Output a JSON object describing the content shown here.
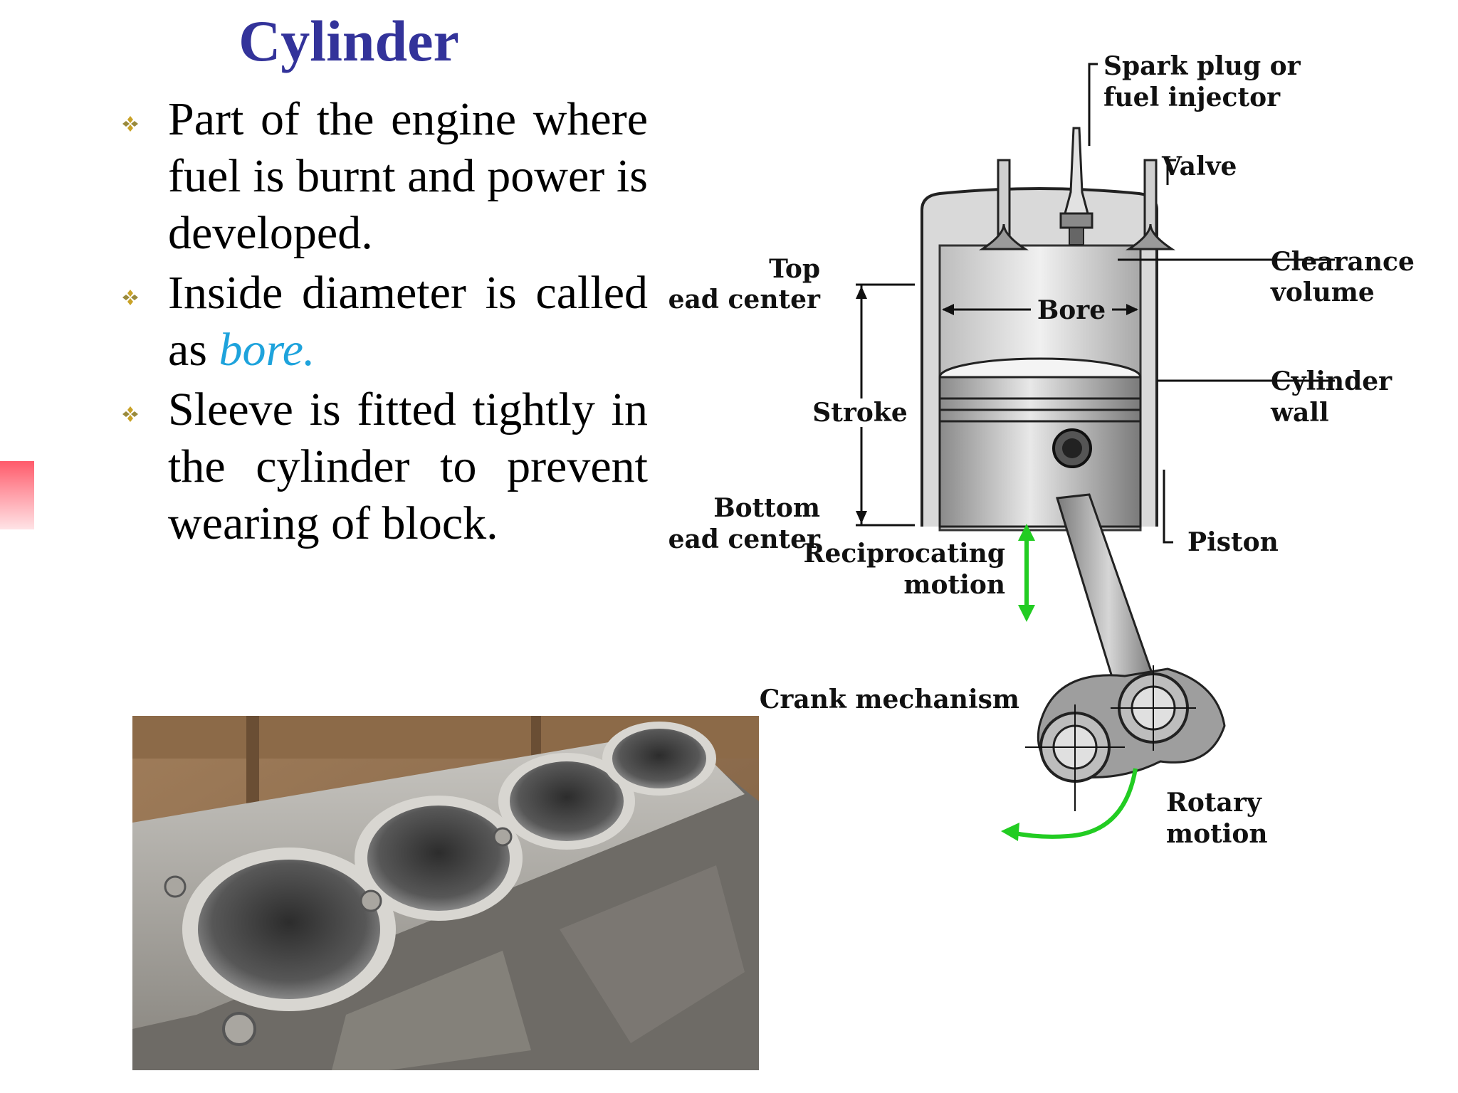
{
  "slide": {
    "title": "Cylinder",
    "bullets": [
      {
        "text": "Part of the engine where fuel is burnt and power is developed."
      },
      {
        "text_before": "Inside diameter is called as ",
        "emphasis": "bore."
      },
      {
        "text": "Sleeve is fitted tightly in the cylinder to prevent wearing of block."
      }
    ],
    "bullet_icon": "diamond-cluster-icon",
    "colors": {
      "title": "#33339a",
      "emphasis": "#1ea3dc",
      "bullet": "#c9a227",
      "arrow": "#22cc22",
      "accent": "#ff5a6a"
    }
  },
  "diagram": {
    "labels": {
      "spark_plug_1": "Spark plug or",
      "spark_plug_2": "fuel injector",
      "valve": "Valve",
      "clearance_1": "Clearance",
      "clearance_2": "volume",
      "top_dc_1": "Top",
      "top_dc_2": "dead center",
      "bore": "Bore",
      "cylinder_wall_1": "Cylinder",
      "cylinder_wall_2": "wall",
      "stroke": "Stroke",
      "bottom_dc_1": "Bottom",
      "bottom_dc_2": "dead center",
      "reciprocating_1": "Reciprocating",
      "reciprocating_2": "motion",
      "piston": "Piston",
      "crank": "Crank mechanism",
      "rotary_1": "Rotary",
      "rotary_2": "motion"
    }
  },
  "photo": {
    "subject": "engine-block-cylinder-sleeves"
  }
}
